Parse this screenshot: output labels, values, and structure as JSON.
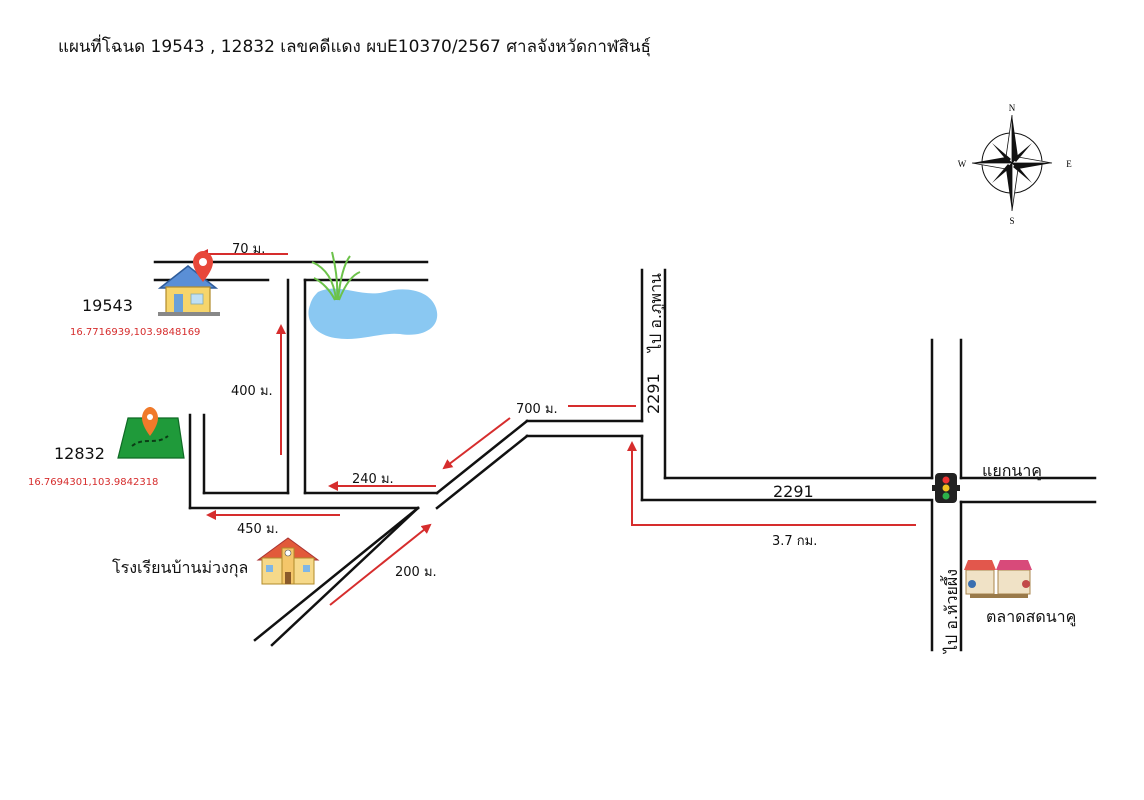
{
  "title": "แผนที่โฉนด 19543 , 12832  เลขคดีแดง ผบE10370/2567  ศาลจังหวัดกาฬสินธุ์",
  "plots": [
    {
      "id": "19543",
      "coords": "16.7716939,103.9848169",
      "icon": "house-pin-icon"
    },
    {
      "id": "12832",
      "coords": "16.7694301,103.9842318",
      "icon": "land-plot-pin-icon"
    }
  ],
  "distances": {
    "d70": "70 ม.",
    "d400": "400 ม.",
    "d240": "240 ม.",
    "d450": "450 ม.",
    "d700": "700 ม.",
    "d200": "200 ม.",
    "d37": "3.7 กม."
  },
  "roads": {
    "r2291_vertical": "2291",
    "r2291_horizontal": "2291",
    "to_phuphan": "ไป อ.ภูพาน",
    "to_huaiphueng": "ไป อ.ห้วยผึ้ง",
    "junction": "แยกนาคู"
  },
  "places": {
    "school": "โรงเรียนบ้านม่วงกุล",
    "market": "ตลาดสดนาคู"
  },
  "compass": {
    "n": "N",
    "s": "S",
    "e": "E",
    "w": "W"
  },
  "colors": {
    "road": "#111111",
    "arrow": "#d62d2d",
    "pond": "#8ac8f2",
    "land": "#1f9a3a"
  }
}
